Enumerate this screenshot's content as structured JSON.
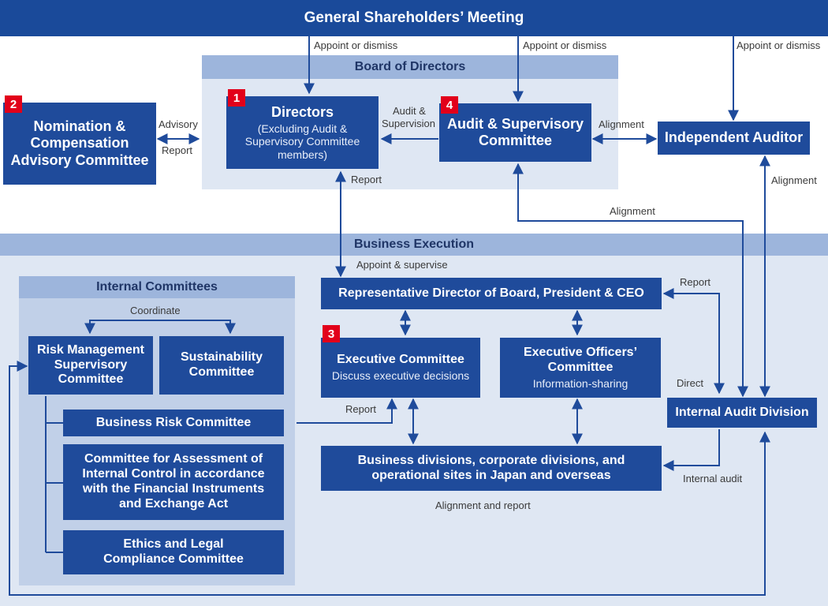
{
  "header": {
    "title": "General Shareholders’ Meeting"
  },
  "board": {
    "title": "Board of Directors",
    "directors": {
      "badge": "1",
      "title": "Directors",
      "subtitle": "(Excluding Audit & Supervisory Committee members)"
    },
    "audit_committee": {
      "badge": "4",
      "title": "Audit & Supervisory Committee"
    }
  },
  "nomination": {
    "badge": "2",
    "title": "Nomination & Compensation Advisory Committee"
  },
  "independent_auditor": {
    "title": "Independent Auditor"
  },
  "execution": {
    "title": "Business Execution",
    "ceo": {
      "title": "Representative Director of Board, President & CEO"
    },
    "executive_committee": {
      "badge": "3",
      "title": "Executive Committee",
      "subtitle": "Discuss executive decisions"
    },
    "officers_committee": {
      "title": "Executive Officers’ Committee",
      "subtitle": "Information-sharing"
    },
    "divisions": {
      "title": "Business divisions, corporate divisions, and operational sites in Japan and overseas"
    },
    "internal_audit": {
      "title": "Internal Audit Division"
    }
  },
  "internal_committees": {
    "title": "Internal Committees",
    "coordinate_label": "Coordinate",
    "risk_management": "Risk Management Supervisory Committee",
    "sustainability": "Sustainability Committee",
    "business_risk": "Business Risk Committee",
    "internal_control": "Committee for Assessment of Internal Control in accordance with the Financial Instruments and Exchange Act",
    "ethics": "Ethics and Legal Compliance Committee"
  },
  "labels": {
    "appoint_dismiss_1": "Appoint or dismiss",
    "appoint_dismiss_2": "Appoint or dismiss",
    "appoint_dismiss_3": "Appoint or dismiss",
    "advisory": "Advisory",
    "report_nomination": "Report",
    "audit_supervision_1": "Audit &",
    "audit_supervision_2": "Supervision",
    "alignment_auditor": "Alignment",
    "report_directors": "Report",
    "alignment_vertical": "Alignment",
    "alignment_mid": "Alignment",
    "appoint_supervise": "Appoint & supervise",
    "report_ceo": "Report",
    "direct": "Direct",
    "report_business_risk": "Report",
    "internal_audit_label": "Internal audit",
    "alignment_and_report": "Alignment and report"
  },
  "colors": {
    "primary": "#1f4b9b",
    "header": "#1a4a9a",
    "region": "#dfe7f3",
    "region_head": "#9db5dc",
    "badge": "#e2001a",
    "line": "#1f4b9b"
  }
}
